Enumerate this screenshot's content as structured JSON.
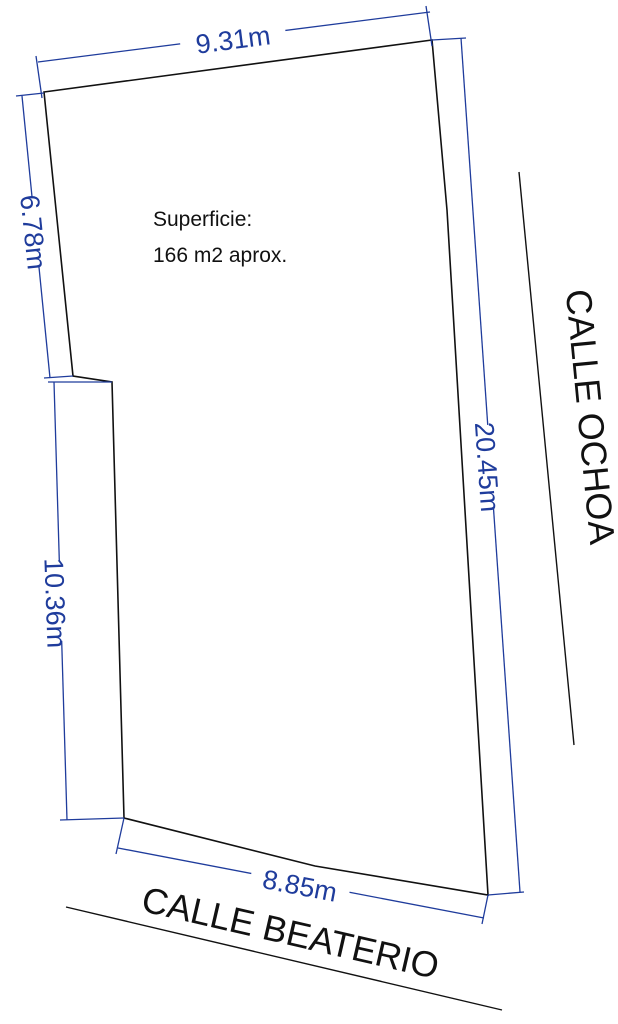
{
  "area": {
    "line1": "Superficie:",
    "line2": "166 m2 aprox."
  },
  "dimensions": {
    "top": "9.31m",
    "left_upper": "6.78m",
    "left_lower": "10.36m",
    "right": "20.45m",
    "bottom": "8.85m"
  },
  "streets": {
    "right": "CALLE OCHOA",
    "bottom": "CALLE BEATERIO"
  },
  "colors": {
    "dimension": "#1f3c9c",
    "outline": "#111111"
  }
}
